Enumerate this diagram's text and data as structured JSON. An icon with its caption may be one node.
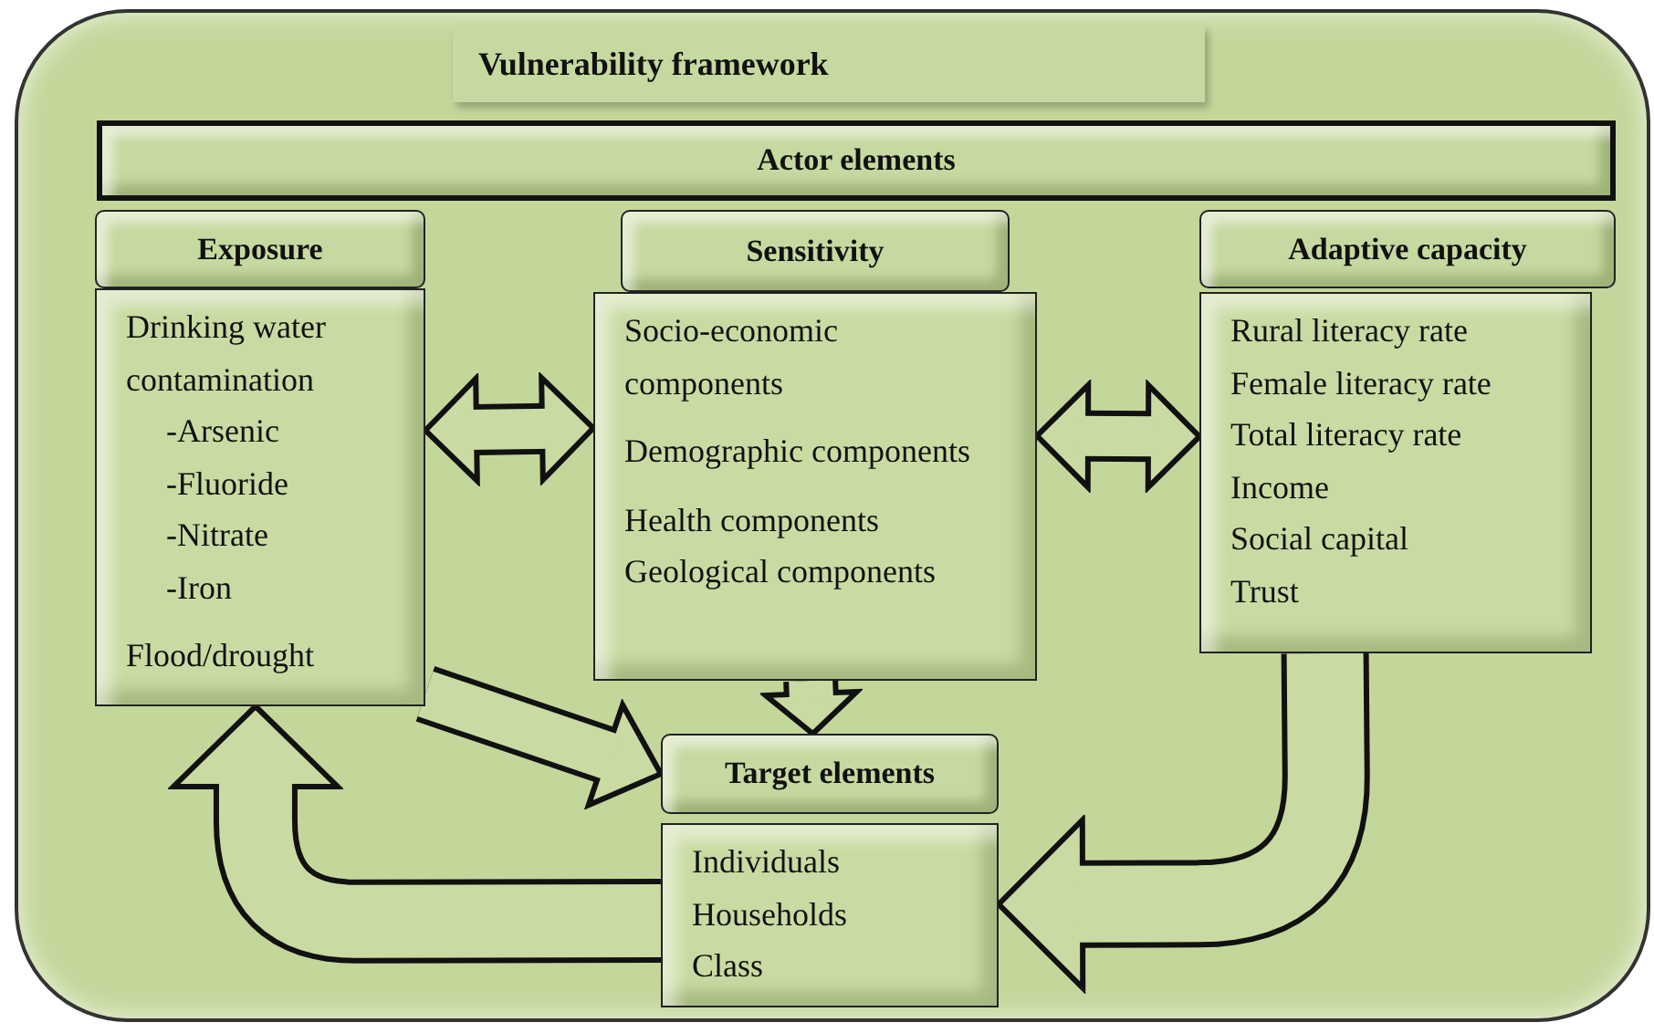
{
  "diagram": {
    "nodes": [
      {
        "text": [],
        "shape": "box"
      },
      {
        "text": [
          "Vulnerability framework"
        ],
        "in": 0
      },
      {
        "text": [
          "Actor elements"
        ],
        "in": 0
      },
      {
        "text": [
          "Exposure"
        ],
        "in": 0
      },
      {
        "text": [
          "Drinking water contamination",
          "-Arsenic",
          "-Fluoride",
          "-Nitrate",
          "-Iron",
          "Flood/drought"
        ],
        "in": 0
      },
      {
        "text": [
          "Sensitivity"
        ],
        "in": 0
      },
      {
        "text": [
          "Socio-economic components",
          "Demographic components",
          "Health components",
          "Geological components"
        ],
        "in": 0
      },
      {
        "text": [
          "Adaptive capacity"
        ],
        "in": 0
      },
      {
        "text": [
          "Rural literacy rate",
          "Female literacy rate",
          "Total literacy rate",
          "Income",
          "Social capital",
          "Trust"
        ],
        "in": 0
      },
      {
        "text": [
          "Target elements"
        ],
        "in": 0
      },
      {
        "text": [
          "Individuals",
          "Households",
          "Class"
        ],
        "in": 0
      }
    ],
    "edges": [
      {
        "from": 4,
        "to": 6,
        "arrow": "both"
      },
      {
        "from": 6,
        "to": 8,
        "arrow": "both"
      },
      {
        "from": 4,
        "to": 9,
        "arrow": "to"
      },
      {
        "from": 6,
        "to": 9,
        "arrow": "to"
      },
      {
        "from": 8,
        "to": 10,
        "arrow": "to"
      },
      {
        "from": 10,
        "to": 4,
        "arrow": "to"
      }
    ]
  }
}
